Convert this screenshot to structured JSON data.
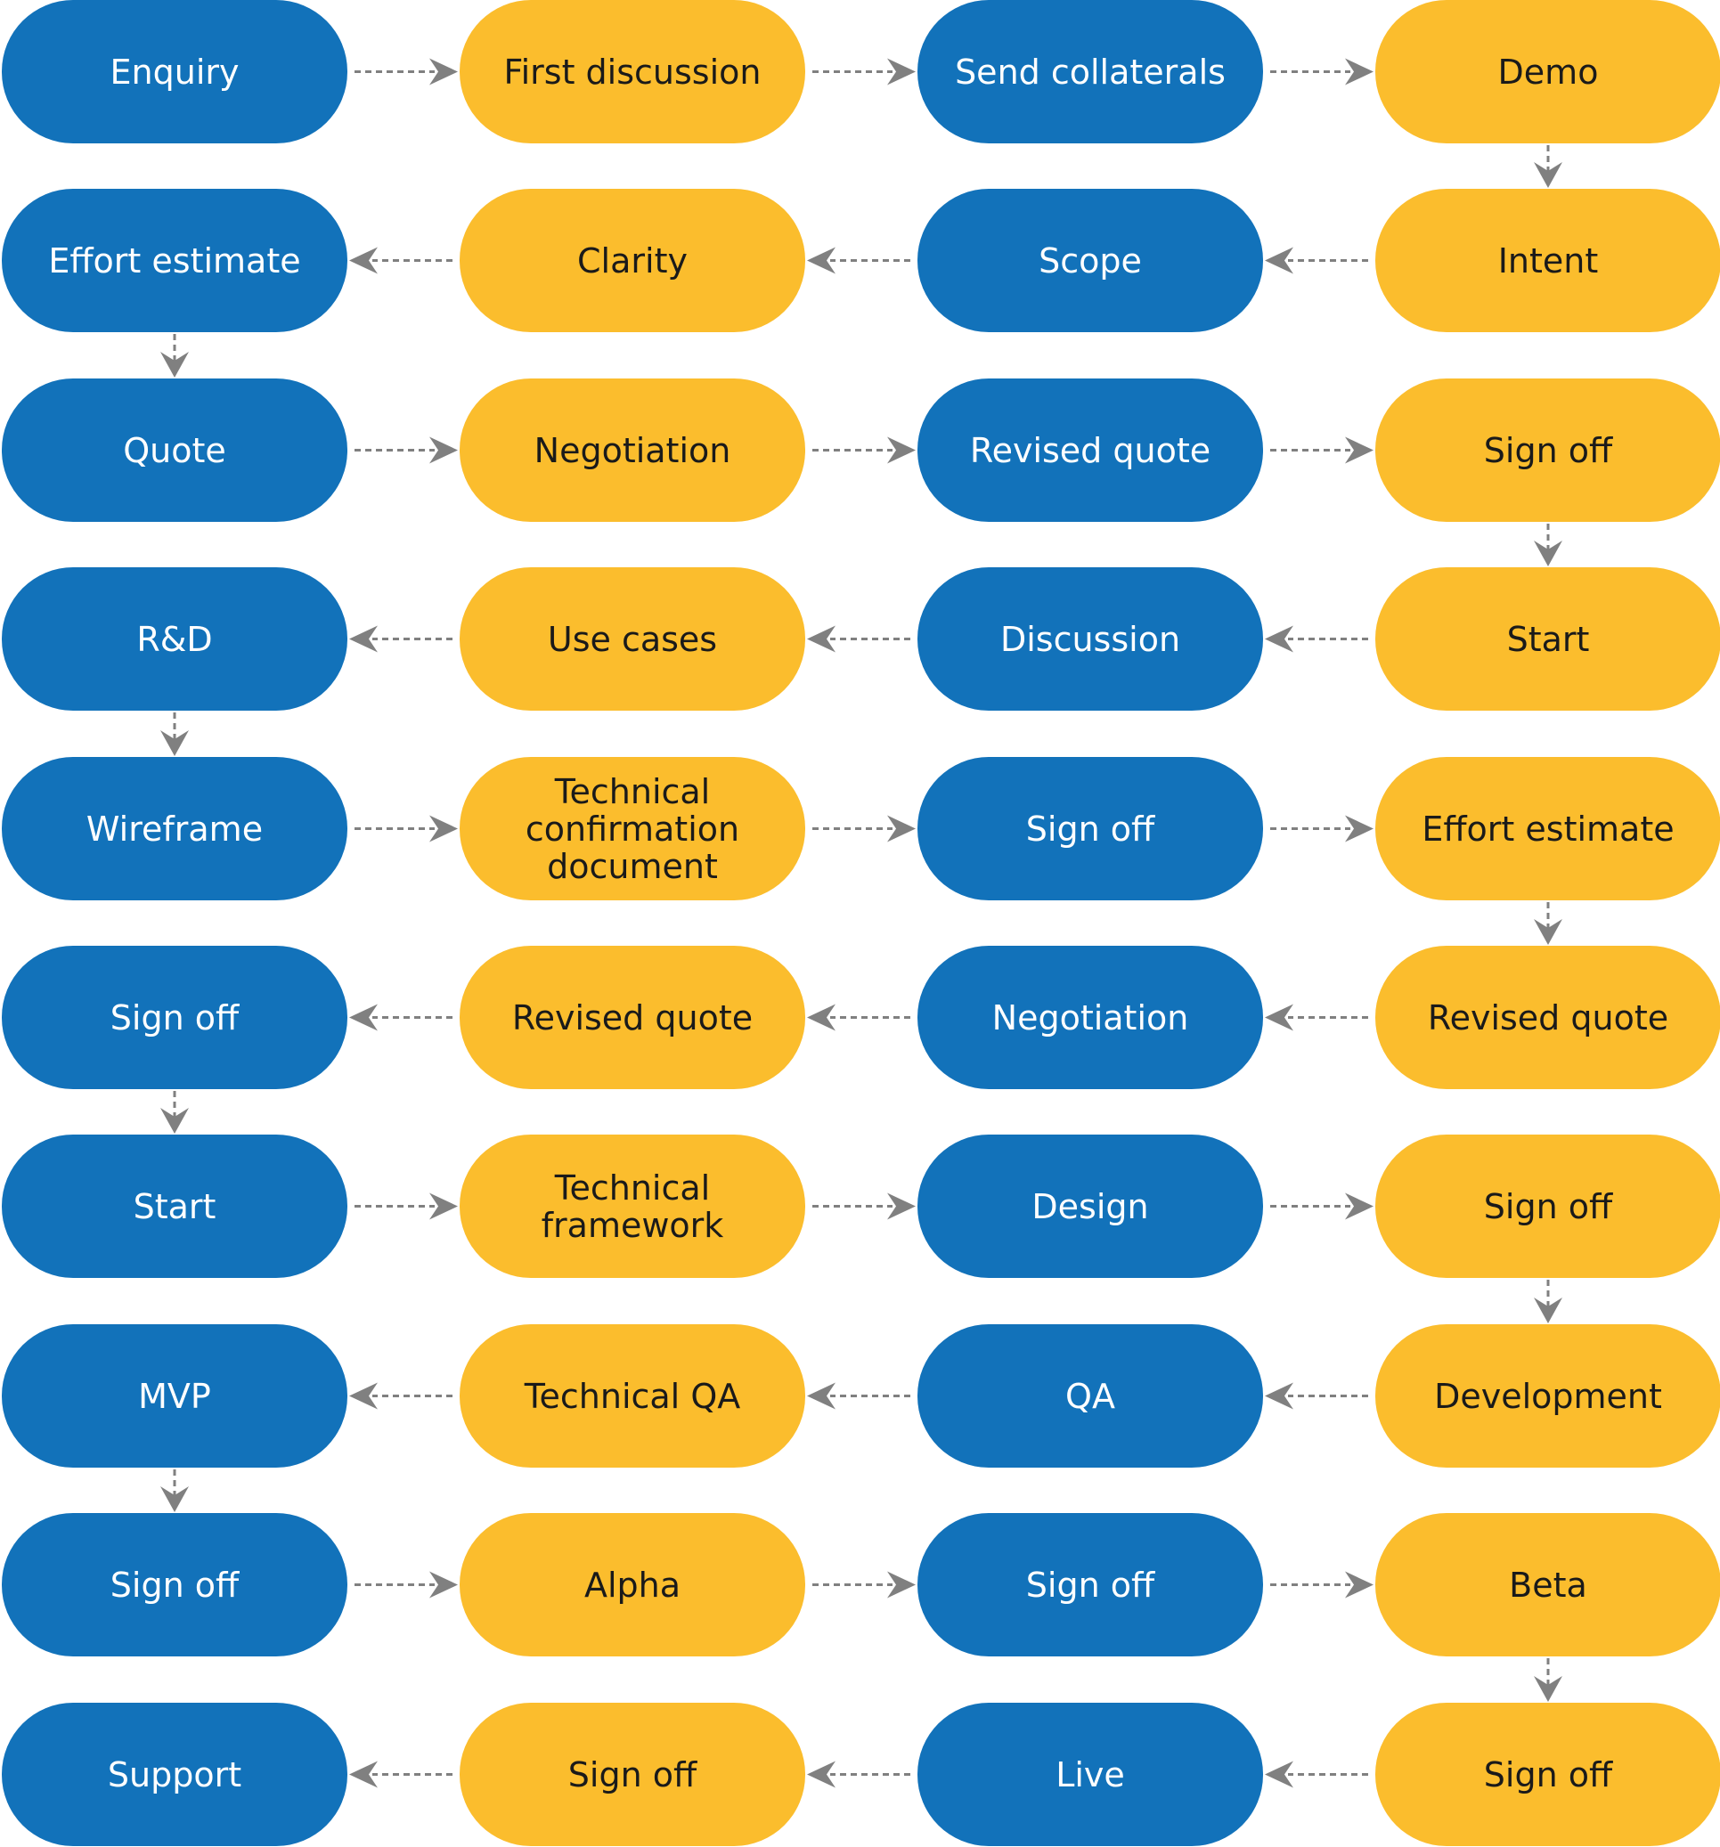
{
  "colors": {
    "blue": "#1272ba",
    "yellow": "#fbbd2d",
    "arrow": "#808080",
    "text_on_blue": "#ffffff",
    "text_on_yellow": "#1a1a1a"
  },
  "rows": [
    {
      "direction": "right",
      "cells": [
        {
          "label": "Enquiry",
          "color": "blue"
        },
        {
          "label": "First discussion",
          "color": "yellow"
        },
        {
          "label": "Send collaterals",
          "color": "blue"
        },
        {
          "label": "Demo",
          "color": "yellow"
        }
      ]
    },
    {
      "direction": "left",
      "cells": [
        {
          "label": "Effort estimate",
          "color": "blue"
        },
        {
          "label": "Clarity",
          "color": "yellow"
        },
        {
          "label": "Scope",
          "color": "blue"
        },
        {
          "label": "Intent",
          "color": "yellow"
        }
      ]
    },
    {
      "direction": "right",
      "cells": [
        {
          "label": "Quote",
          "color": "blue"
        },
        {
          "label": "Negotiation",
          "color": "yellow"
        },
        {
          "label": "Revised quote",
          "color": "blue"
        },
        {
          "label": "Sign off",
          "color": "yellow"
        }
      ]
    },
    {
      "direction": "left",
      "cells": [
        {
          "label": "R&D",
          "color": "blue"
        },
        {
          "label": "Use cases",
          "color": "yellow"
        },
        {
          "label": "Discussion",
          "color": "blue"
        },
        {
          "label": "Start",
          "color": "yellow"
        }
      ]
    },
    {
      "direction": "right",
      "cells": [
        {
          "label": "Wireframe",
          "color": "blue"
        },
        {
          "label": "Technical\nconfirmation\ndocument",
          "color": "yellow"
        },
        {
          "label": "Sign off",
          "color": "blue"
        },
        {
          "label": "Effort estimate",
          "color": "yellow"
        }
      ]
    },
    {
      "direction": "left",
      "cells": [
        {
          "label": "Sign off",
          "color": "blue"
        },
        {
          "label": "Revised quote",
          "color": "yellow"
        },
        {
          "label": "Negotiation",
          "color": "blue"
        },
        {
          "label": "Revised quote",
          "color": "yellow"
        }
      ]
    },
    {
      "direction": "right",
      "cells": [
        {
          "label": "Start",
          "color": "blue"
        },
        {
          "label": "Technical\nframework",
          "color": "yellow"
        },
        {
          "label": "Design",
          "color": "blue"
        },
        {
          "label": "Sign off",
          "color": "yellow"
        }
      ]
    },
    {
      "direction": "left",
      "cells": [
        {
          "label": "MVP",
          "color": "blue"
        },
        {
          "label": "Technical QA",
          "color": "yellow"
        },
        {
          "label": "QA",
          "color": "blue"
        },
        {
          "label": "Development",
          "color": "yellow"
        }
      ]
    },
    {
      "direction": "right",
      "cells": [
        {
          "label": "Sign off",
          "color": "blue"
        },
        {
          "label": "Alpha",
          "color": "yellow"
        },
        {
          "label": "Sign off",
          "color": "blue"
        },
        {
          "label": "Beta",
          "color": "yellow"
        }
      ]
    },
    {
      "direction": "left",
      "cells": [
        {
          "label": "Support",
          "color": "blue"
        },
        {
          "label": "Sign off",
          "color": "yellow"
        },
        {
          "label": "Live",
          "color": "blue"
        },
        {
          "label": "Sign off",
          "color": "yellow"
        }
      ]
    }
  ]
}
